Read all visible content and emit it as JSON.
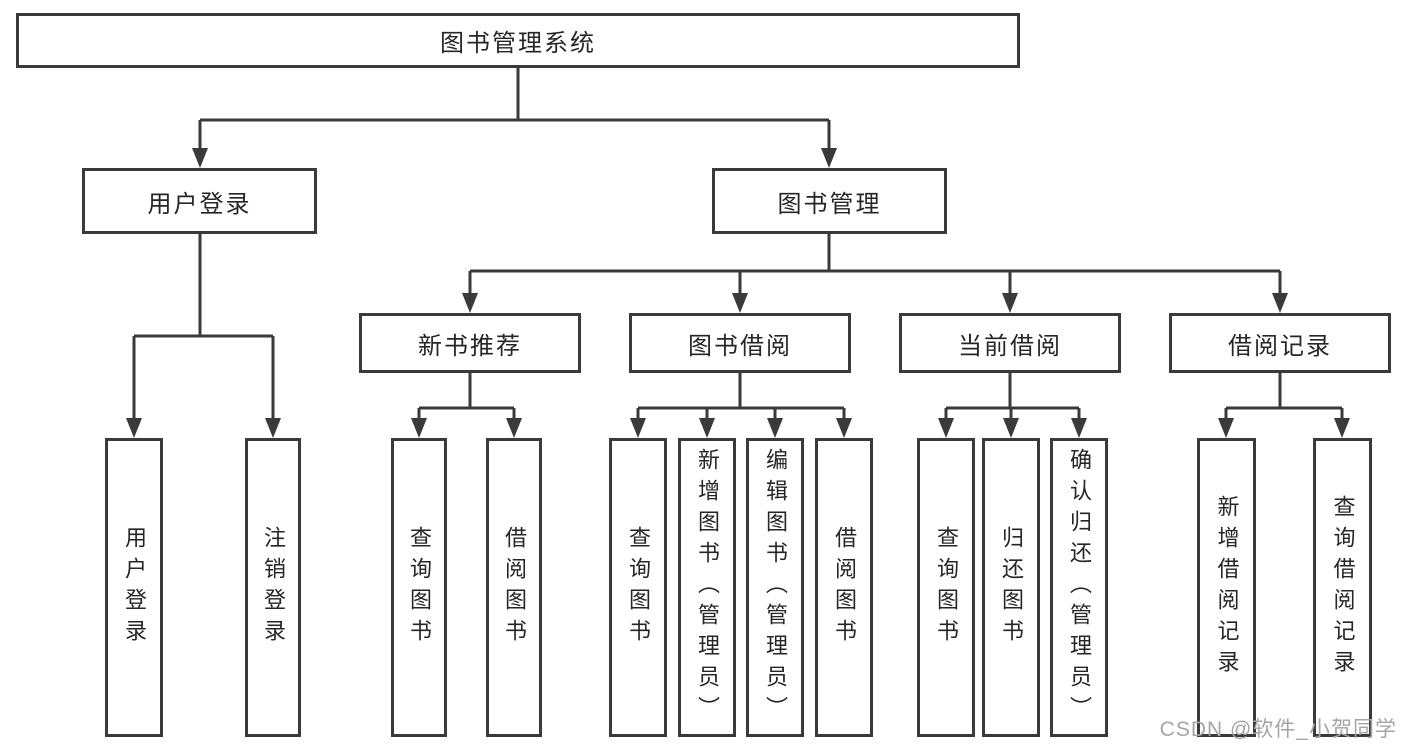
{
  "diagram_title": "图书管理系统",
  "tree": {
    "label": "图书管理系统",
    "children": [
      {
        "label": "用户登录",
        "children": [
          {
            "label": "用户登录"
          },
          {
            "label": "注销登录"
          }
        ]
      },
      {
        "label": "图书管理",
        "children": [
          {
            "label": "新书推荐",
            "children": [
              {
                "label": "查询图书"
              },
              {
                "label": "借阅图书"
              }
            ]
          },
          {
            "label": "图书借阅",
            "children": [
              {
                "label": "查询图书"
              },
              {
                "label": "新增图书（管理员）"
              },
              {
                "label": "编辑图书（管理员）"
              },
              {
                "label": "借阅图书"
              }
            ]
          },
          {
            "label": "当前借阅",
            "children": [
              {
                "label": "查询图书"
              },
              {
                "label": "归还图书"
              },
              {
                "label": "确认归还（管理员）"
              }
            ]
          },
          {
            "label": "借阅记录",
            "children": [
              {
                "label": "新增借阅记录"
              },
              {
                "label": "查询借阅记录"
              }
            ]
          }
        ]
      }
    ]
  },
  "watermark": {
    "text": "CSDN @软件_小贺同学"
  },
  "colors": {
    "line": "#3a3a3a",
    "box_border": "#3a3a3a",
    "text": "#262626",
    "watermark": "#a5a5a5",
    "background": "#ffffff"
  }
}
